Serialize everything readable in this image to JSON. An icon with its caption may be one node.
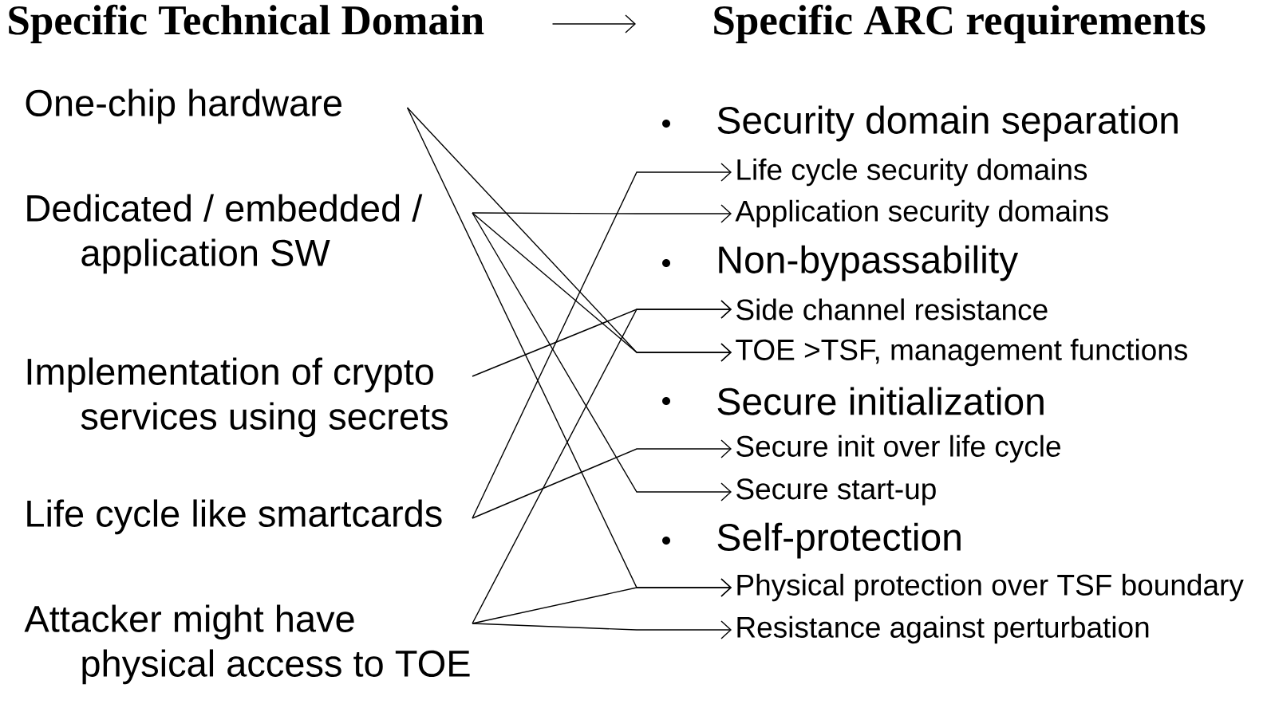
{
  "diagram": {
    "nodes": [
      {
        "text": [
          "Specific Technical Domain"
        ]
      },
      {
        "text": [
          "Specific ARC requirements"
        ]
      },
      {
        "text": [
          "One-chip hardware"
        ]
      },
      {
        "text": [
          "Dedicated / embedded / application SW"
        ]
      },
      {
        "text": [
          "Implementation of crypto services using secrets"
        ]
      },
      {
        "text": [
          "Life cycle like smartcards"
        ]
      },
      {
        "text": [
          "Attacker might have physical access to TOE"
        ]
      },
      {
        "text": [
          "Life cycle security domains"
        ]
      },
      {
        "text": [
          "Application security domains"
        ]
      },
      {
        "text": [
          "Side channel resistance"
        ]
      },
      {
        "text": [
          "TOE >TSF, management functions"
        ]
      },
      {
        "text": [
          "Secure init over life cycle"
        ]
      },
      {
        "text": [
          "Secure start-up"
        ]
      },
      {
        "text": [
          "Physical protection over TSF boundary"
        ]
      },
      {
        "text": [
          "Resistance against perturbation"
        ]
      }
    ],
    "edges": [
      {
        "from": 0,
        "to": 1,
        "arrow": "to"
      },
      {
        "from": 2,
        "to": 10,
        "arrow": "to"
      },
      {
        "from": 2,
        "to": 13,
        "arrow": "to"
      },
      {
        "from": 3,
        "to": 8,
        "arrow": "to"
      },
      {
        "from": 3,
        "to": 10,
        "arrow": "to"
      },
      {
        "from": 3,
        "to": 12,
        "arrow": "to"
      },
      {
        "from": 4,
        "to": 9,
        "arrow": "to"
      },
      {
        "from": 5,
        "to": 7,
        "arrow": "to"
      },
      {
        "from": 5,
        "to": 11,
        "arrow": "to"
      },
      {
        "from": 6,
        "to": 9,
        "arrow": "to"
      },
      {
        "from": 6,
        "to": 13,
        "arrow": "to"
      },
      {
        "from": 6,
        "to": 14,
        "arrow": "to"
      }
    ],
    "labels": [
      "Security domain separation",
      "Non-bypassability",
      "Secure initialization",
      "Self-protection"
    ]
  }
}
